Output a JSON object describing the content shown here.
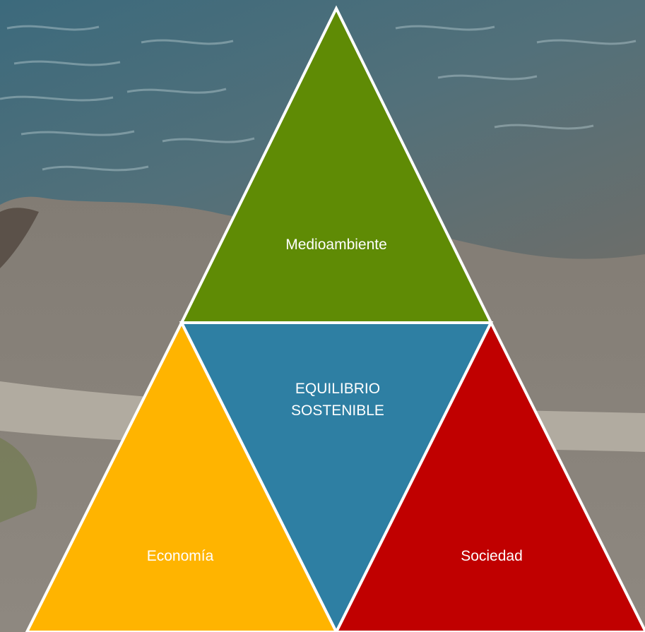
{
  "diagram": {
    "top": {
      "label": "Medioambiente",
      "color": "#5f8b05"
    },
    "center": {
      "lines": [
        "EQUILIBRIO",
        "SOSTENIBLE"
      ],
      "color": "#2e7fa3"
    },
    "left": {
      "label": "Economía",
      "color": "#ffb400"
    },
    "right": {
      "label": "Sociedad",
      "color": "#c00000"
    },
    "border_color": "#ffffff"
  },
  "background": {
    "water_color": "#3f5f6c",
    "shore_color": "#8c857c",
    "path_color": "#b9b2a8"
  }
}
